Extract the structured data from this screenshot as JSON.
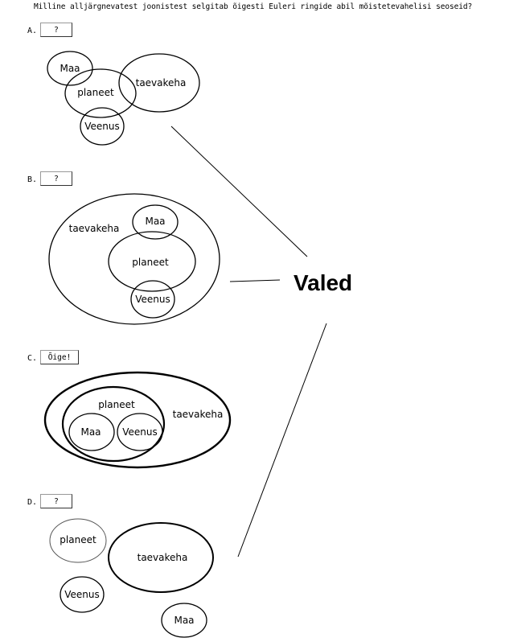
{
  "question": "Milline alljärgnevatest joonistest selgitab õigesti Euleri ringide abil mõistetevahelisi seoseid?",
  "options": [
    {
      "letter": "A.",
      "answer": "?",
      "labels": {
        "maa": "Maa",
        "planeet": "planeet",
        "taevakeha": "taevakeha",
        "veenus": "Veenus"
      }
    },
    {
      "letter": "B.",
      "answer": "?",
      "labels": {
        "maa": "Maa",
        "planeet": "planeet",
        "taevakeha": "taevakeha",
        "veenus": "Veenus"
      }
    },
    {
      "letter": "C.",
      "answer": "Õige!",
      "labels": {
        "maa": "Maa",
        "planeet": "planeet",
        "taevakeha": "taevakeha",
        "veenus": "Veenus"
      }
    },
    {
      "letter": "D.",
      "answer": "?",
      "labels": {
        "maa": "Maa",
        "planeet": "planeet",
        "taevakeha": "taevakeha",
        "veenus": "Veenus"
      }
    }
  ],
  "wrong_label": "Valed"
}
